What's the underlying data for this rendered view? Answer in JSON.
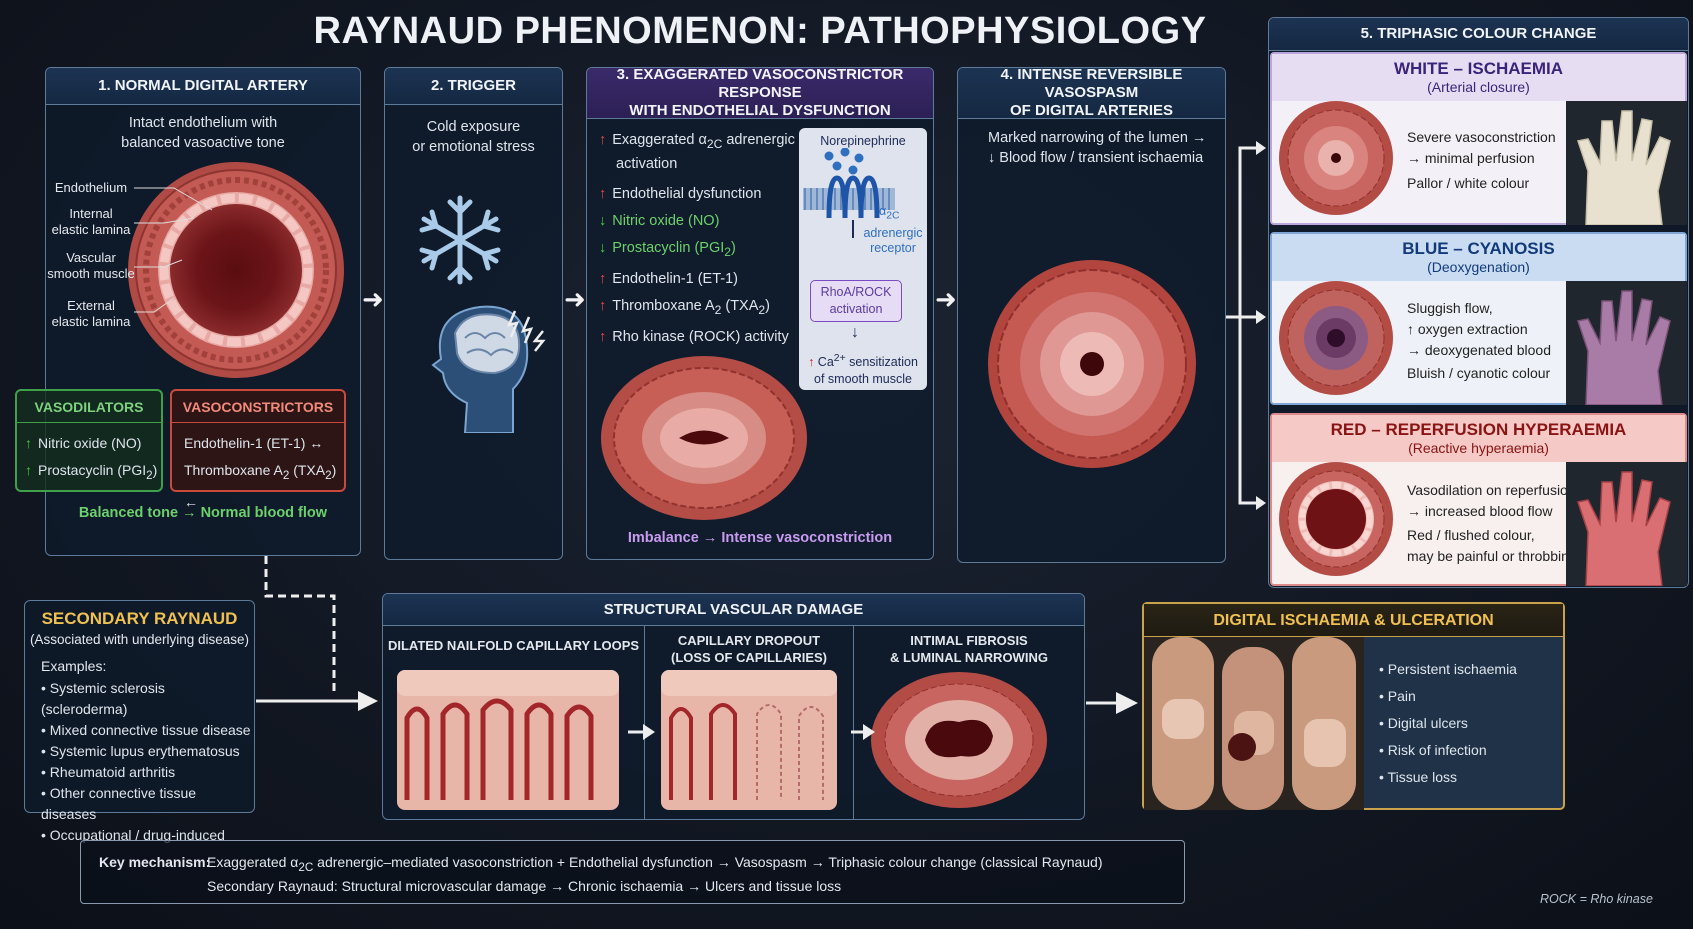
{
  "title": "RAYNAUD PHENOMENON: PATHOPHYSIOLOGY",
  "p1": {
    "head": "1. NORMAL DIGITAL ARTERY",
    "desc1": "Intact endothelium with",
    "desc2": "balanced vasoactive tone",
    "labels": {
      "endothelium": "Endothelium",
      "iel1": "Internal",
      "iel2": "elastic lamina",
      "vsm1": "Vascular",
      "vsm2": "smooth muscle",
      "eel1": "External",
      "eel2": "elastic lamina"
    },
    "dil_head": "VASODILATORS",
    "dil1": "Nitric oxide (NO)",
    "dil2": "Prostacyclin (PGI",
    "con_head": "VASOCONSTRICTORS",
    "con1": "Endothelin-1 (ET-1) ↔",
    "con2": "Thromboxane A",
    "footer": "Balanced tone → Normal blood flow"
  },
  "p2": {
    "head": "2. TRIGGER",
    "desc1": "Cold exposure",
    "desc2": "or emotional stress"
  },
  "p3": {
    "head1": "3. EXAGGERATED VASOCONSTRICTOR RESPONSE",
    "head2": "WITH ENDOTHELIAL DYSFUNCTION",
    "i1a": "Exaggerated α",
    "i1b": " adrenergic",
    "i1c": "activation",
    "i2": "Endothelial dysfunction",
    "i3": "Nitric oxide (NO)",
    "i4": "Prostacyclin (PGI",
    "i5": "Endothelin-1 (ET-1)",
    "i6": "Thromboxane A",
    "i7": "Rho kinase (ROCK) activity",
    "box": {
      "ne": "Norepinephrine",
      "alpha": "α",
      "rec1": "adrenergic",
      "rec2": "receptor",
      "rho1": "RhoA/ROCK",
      "rho2": "activation",
      "ca1": "Ca",
      "ca2": " sensitization",
      "ca3": "of smooth muscle"
    },
    "footer": "Imbalance → Intense vasoconstriction"
  },
  "p4": {
    "head1": "4. INTENSE REVERSIBLE VASOSPASM",
    "head2": "OF DIGITAL ARTERIES",
    "d1": "Marked narrowing of the lumen →",
    "d2": "↓ Blood flow / transient ischaemia"
  },
  "p5": {
    "head": "5. TRIPHASIC COLOUR CHANGE",
    "white": {
      "title": "WHITE – ISCHAEMIA",
      "sub": "(Arterial closure)",
      "l1": "Severe vasoconstriction",
      "l2": "→ minimal perfusion",
      "l3": "Pallor / white colour"
    },
    "blue": {
      "title": "BLUE – CYANOSIS",
      "sub": "(Deoxygenation)",
      "l1": "Sluggish flow,",
      "l2": "↑ oxygen extraction",
      "l3": "→ deoxygenated blood",
      "l4": "Bluish / cyanotic colour"
    },
    "red": {
      "title": "RED – REPERFUSION HYPERAEMIA",
      "sub": "(Reactive hyperaemia)",
      "l1": "Vasodilation on reperfusion",
      "l2": "→ increased blood flow",
      "l3": "Red / flushed colour,",
      "l4": "may be painful or throbbing"
    }
  },
  "secondary": {
    "head": "SECONDARY RAYNAUD",
    "sub": "(Associated with underlying disease)",
    "ex": "Examples:",
    "items": [
      "Systemic sclerosis (scleroderma)",
      "Mixed connective tissue disease",
      "Systemic lupus erythematosus",
      "Rheumatoid arthritis",
      "Other connective tissue diseases",
      "Occupational / drug-induced"
    ]
  },
  "structural": {
    "head": "STRUCTURAL VASCULAR DAMAGE",
    "s1": "DILATED NAILFOLD CAPILLARY LOOPS",
    "s2a": "CAPILLARY DROPOUT",
    "s2b": "(LOSS OF CAPILLARIES)",
    "s3a": "INTIMAL FIBROSIS",
    "s3b": "& LUMINAL NARROWING"
  },
  "ulcer": {
    "head": "DIGITAL ISCHAEMIA & ULCERATION",
    "items": [
      "Persistent ischaemia",
      "Pain",
      "Digital ulcers",
      "Risk of infection",
      "Tissue loss"
    ]
  },
  "key": {
    "label": "Key mechanism:",
    "l1a": "Exaggerated α",
    "l1b": " adrenergic–mediated vasoconstriction + Endothelial dysfunction → Vasospasm → Triphasic colour change (classical Raynaud)",
    "l2": "Secondary Raynaud: Structural microvascular damage → Chronic ischaemia → Ulcers and tissue loss"
  },
  "subs": {
    "two": "2",
    "twoc": "2C",
    "twoplus": "2+",
    "close": ")"
  },
  "foot": "ROCK = Rho kinase"
}
